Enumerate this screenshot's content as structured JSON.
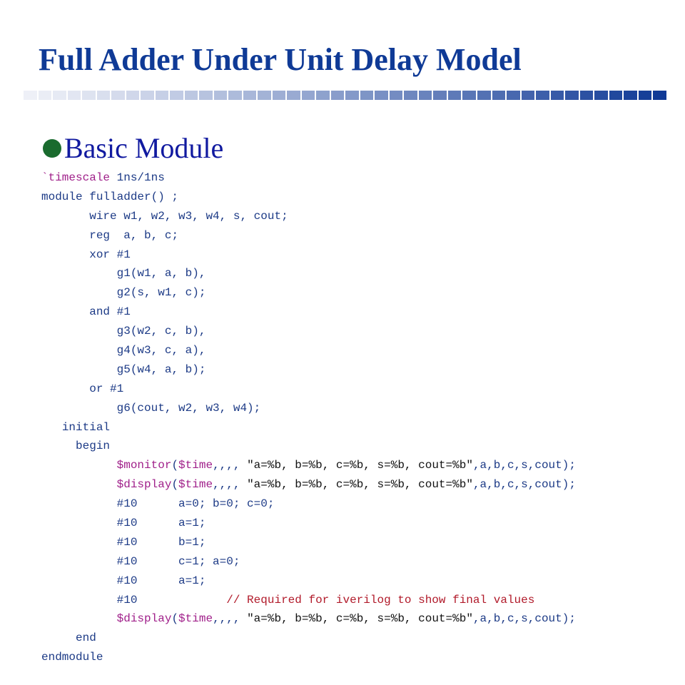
{
  "title": "Full Adder Under Unit Delay Model",
  "bullet": "Basic Module",
  "colors": {
    "title": "#0f3a96",
    "bullet_text": "#111aa0",
    "bullet_dot": "#1a6b2e",
    "keyword": "#1c3a86",
    "system_task": "#a0208a",
    "comment": "#b11a2a"
  },
  "code_lines": [
    {
      "indent": "",
      "parts": [
        {
          "t": "`timescale",
          "c": "sys"
        },
        {
          "t": " 1ns/1ns",
          "c": "kw"
        }
      ]
    },
    {
      "indent": "",
      "parts": [
        {
          "t": "module fulladder() ;",
          "c": "kw"
        }
      ]
    },
    {
      "indent": "       ",
      "parts": [
        {
          "t": "wire w1, w2, w3, w4, s, cout;",
          "c": "kw"
        }
      ]
    },
    {
      "indent": "       ",
      "parts": [
        {
          "t": "reg  a, b, c;",
          "c": "kw"
        }
      ]
    },
    {
      "indent": "       ",
      "parts": [
        {
          "t": "xor #1",
          "c": "kw"
        }
      ]
    },
    {
      "indent": "           ",
      "parts": [
        {
          "t": "g1(w1, a, b),",
          "c": "kw"
        }
      ]
    },
    {
      "indent": "           ",
      "parts": [
        {
          "t": "g2(s, w1, c);",
          "c": "kw"
        }
      ]
    },
    {
      "indent": "       ",
      "parts": [
        {
          "t": "and #1",
          "c": "kw"
        }
      ]
    },
    {
      "indent": "           ",
      "parts": [
        {
          "t": "g3(w2, c, b),",
          "c": "kw"
        }
      ]
    },
    {
      "indent": "           ",
      "parts": [
        {
          "t": "g4(w3, c, a),",
          "c": "kw"
        }
      ]
    },
    {
      "indent": "           ",
      "parts": [
        {
          "t": "g5(w4, a, b);",
          "c": "kw"
        }
      ]
    },
    {
      "indent": "       ",
      "parts": [
        {
          "t": "or #1",
          "c": "kw"
        }
      ]
    },
    {
      "indent": "           ",
      "parts": [
        {
          "t": "g6(cout, w2, w3, w4);",
          "c": "kw"
        }
      ]
    },
    {
      "indent": "   ",
      "parts": [
        {
          "t": "initial",
          "c": "kw"
        }
      ]
    },
    {
      "indent": "     ",
      "parts": [
        {
          "t": "begin",
          "c": "kw"
        }
      ]
    },
    {
      "indent": "           ",
      "parts": [
        {
          "t": "$monitor",
          "c": "sys"
        },
        {
          "t": "(",
          "c": "kw"
        },
        {
          "t": "$time",
          "c": "sys"
        },
        {
          "t": ",,,, ",
          "c": "kw"
        },
        {
          "t": "\"a=%b, b=%b, c=%b, s=%b, cout=%b\"",
          "c": "pl"
        },
        {
          "t": ",a,b,c,s,cout);",
          "c": "kw"
        }
      ]
    },
    {
      "indent": "           ",
      "parts": [
        {
          "t": "$display",
          "c": "sys"
        },
        {
          "t": "(",
          "c": "kw"
        },
        {
          "t": "$time",
          "c": "sys"
        },
        {
          "t": ",,,, ",
          "c": "kw"
        },
        {
          "t": "\"a=%b, b=%b, c=%b, s=%b, cout=%b\"",
          "c": "pl"
        },
        {
          "t": ",a,b,c,s,cout);",
          "c": "kw"
        }
      ]
    },
    {
      "indent": "           ",
      "parts": [
        {
          "t": "#10      a=0; b=0; c=0;",
          "c": "kw"
        }
      ]
    },
    {
      "indent": "           ",
      "parts": [
        {
          "t": "#10      a=1;",
          "c": "kw"
        }
      ]
    },
    {
      "indent": "           ",
      "parts": [
        {
          "t": "#10      b=1;",
          "c": "kw"
        }
      ]
    },
    {
      "indent": "           ",
      "parts": [
        {
          "t": "#10      c=1; a=0;",
          "c": "kw"
        }
      ]
    },
    {
      "indent": "           ",
      "parts": [
        {
          "t": "#10      a=1;",
          "c": "kw"
        }
      ]
    },
    {
      "indent": "           ",
      "parts": [
        {
          "t": "#10             ",
          "c": "kw"
        },
        {
          "t": "// Required for iverilog to show final values",
          "c": "cm"
        }
      ]
    },
    {
      "indent": "           ",
      "parts": [
        {
          "t": "$display",
          "c": "sys"
        },
        {
          "t": "(",
          "c": "kw"
        },
        {
          "t": "$time",
          "c": "sys"
        },
        {
          "t": ",,,, ",
          "c": "kw"
        },
        {
          "t": "\"a=%b, b=%b, c=%b, s=%b, cout=%b\"",
          "c": "pl"
        },
        {
          "t": ",a,b,c,s,cout);",
          "c": "kw"
        }
      ]
    },
    {
      "indent": "     ",
      "parts": [
        {
          "t": "end",
          "c": "kw"
        }
      ]
    },
    {
      "indent": "",
      "parts": [
        {
          "t": "endmodule",
          "c": "kw"
        }
      ]
    }
  ]
}
